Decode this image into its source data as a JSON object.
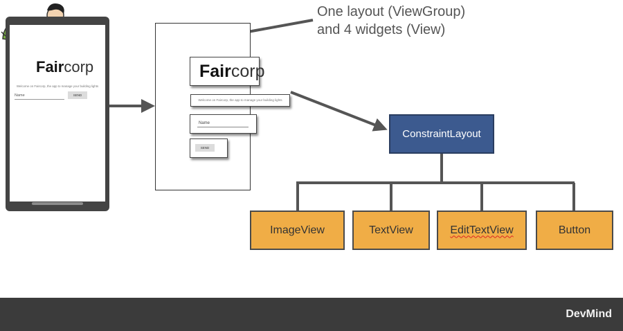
{
  "phone": {
    "logo_bold": "Fair",
    "logo_light": "corp",
    "welcome": "Welcome on Faircorp, the app to manage your building lights",
    "name_hint": "Name",
    "send_label": "SEND"
  },
  "wireframe": {
    "logo_bold": "Fair",
    "logo_light": "corp",
    "welcome": "Welcome on Faircorp, the app to manage your building lights",
    "name_hint": "Name",
    "send_label": "SEND"
  },
  "annotation": {
    "line1": "One layout (ViewGroup)",
    "line2": "and 4 widgets (View)"
  },
  "tree": {
    "root": "ConstraintLayout",
    "children": [
      "ImageView",
      "TextView",
      "EditTextView",
      "Button"
    ]
  },
  "footer": {
    "brand": "DevMind"
  },
  "colors": {
    "root_fill": "#3c5a8f",
    "leaf_fill": "#f0ad46",
    "footer_bg": "#3b3b3b",
    "arrow": "#555555"
  }
}
